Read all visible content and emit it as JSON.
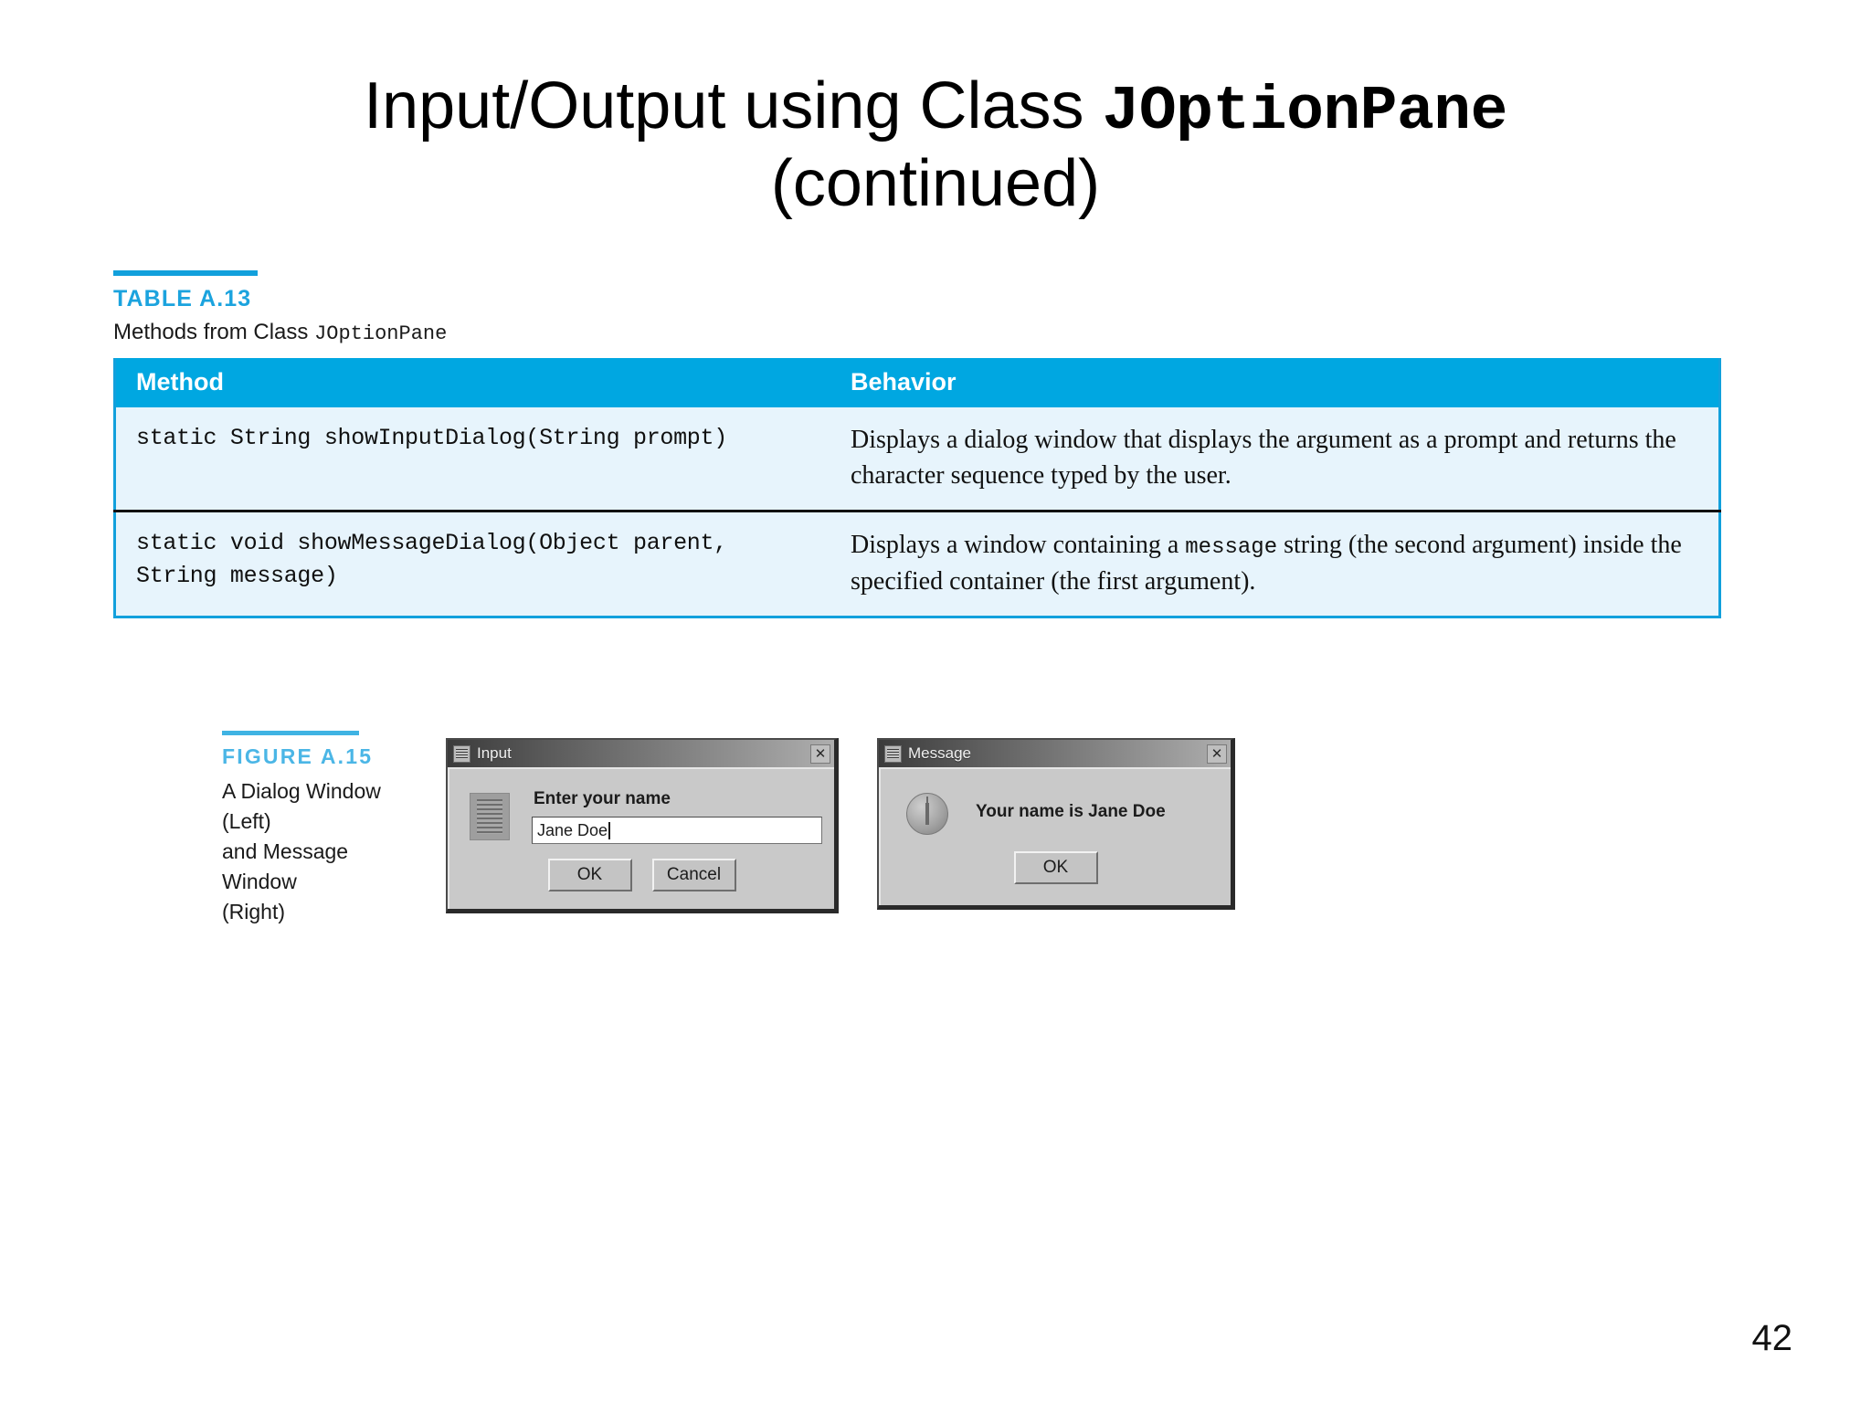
{
  "slide": {
    "title_part1": "Input/Output using Class ",
    "title_mono": "JOptionPane",
    "title_line2": "(continued)",
    "page_number": "42"
  },
  "table_block": {
    "label": "TABLE A.13",
    "description_prefix": "Methods from Class ",
    "description_mono": "JOptionPane",
    "columns": [
      "Method",
      "Behavior"
    ],
    "rows": [
      {
        "method": "static String showInputDialog(String prompt)",
        "behavior_prefix": "Displays a dialog window that displays the argument as a prompt and returns the character sequence typed by the user.",
        "behavior_mono": "",
        "behavior_suffix": ""
      },
      {
        "method": "static void showMessageDialog(Object parent, String message)",
        "behavior_prefix": "Displays a window containing a ",
        "behavior_mono": "message",
        "behavior_suffix": " string (the second argument) inside the specified container (the first argument)."
      }
    ]
  },
  "figure_block": {
    "label": "FIGURE A.15",
    "caption_line1": "A Dialog Window (Left)",
    "caption_line2": "and Message Window",
    "caption_line3": "(Right)"
  },
  "input_dialog": {
    "title": "Input",
    "close_label": "✕",
    "prompt": "Enter your name",
    "field_value": "Jane Doe",
    "field_placeholder": "",
    "ok_label": "OK",
    "cancel_label": "Cancel"
  },
  "message_dialog": {
    "title": "Message",
    "close_label": "✕",
    "message": "Your name is Jane Doe",
    "ok_label": "OK"
  },
  "colors": {
    "accent_blue": "#00A7E1",
    "row_blue": "#E7F4FC",
    "caption_blue": "#1BA3DE",
    "figure_blue": "#4BB6E6"
  }
}
